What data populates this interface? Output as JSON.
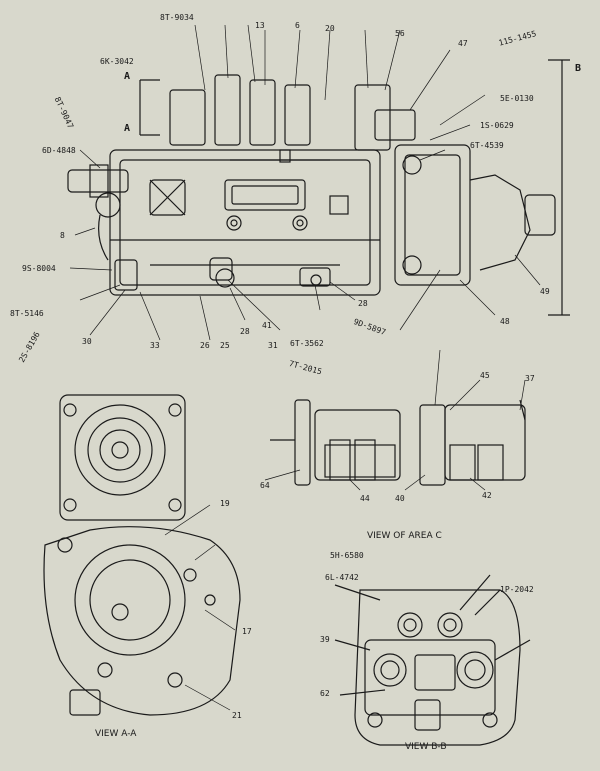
{
  "colors": {
    "background": "#d8d8cc",
    "ink": "#1a1a1a"
  },
  "labels": {
    "top_partno": "8T-9034",
    "left_partno_1": "6K-3042",
    "left_partno_2": "6D-4848",
    "left_partno_3": "9S-8004",
    "left_partno_4": "8T-5146",
    "left_diag_partno": "8T-9047",
    "left_vertical_partno": "2S-8196",
    "right_top_diag_partno": "115-1455",
    "right_partno_1": "1S-0629",
    "right_partno_2": "6T-4539",
    "right_partno_3": "5E-0130",
    "mid_partno_1": "6T-3562",
    "mid_partno_2": "7T-2015",
    "right_side_letter": "B",
    "view_a_letter_top": "A",
    "view_a_letter_bottom": "A",
    "mid_callout_1": "9D-5897",
    "view_b_caption": "VIEW OF AREA C",
    "view_b_partno": "5H-6580",
    "view_b_partno_2": "6L-4742",
    "view_b_partno_3": "1P-2042",
    "view_aa_caption": "VIEW A-A",
    "view_bb_caption": "VIEW B-B",
    "num_1": "31",
    "num_2": "41",
    "num_3": "30",
    "num_4": "26",
    "num_5": "25",
    "num_6": "28",
    "num_7": "17",
    "num_8": "8",
    "num_9": "49",
    "num_10": "19",
    "num_11": "37",
    "num_12": "64",
    "num_13": "42",
    "num_14": "21",
    "num_15": "56",
    "num_16": "47",
    "num_17": "48",
    "num_18": "28",
    "num_19": "33",
    "num_20": "44",
    "num_21": "45",
    "num_22": "39",
    "num_23": "62",
    "num_24": "20",
    "num_25": "6",
    "num_26": "40",
    "num_27": "13"
  }
}
